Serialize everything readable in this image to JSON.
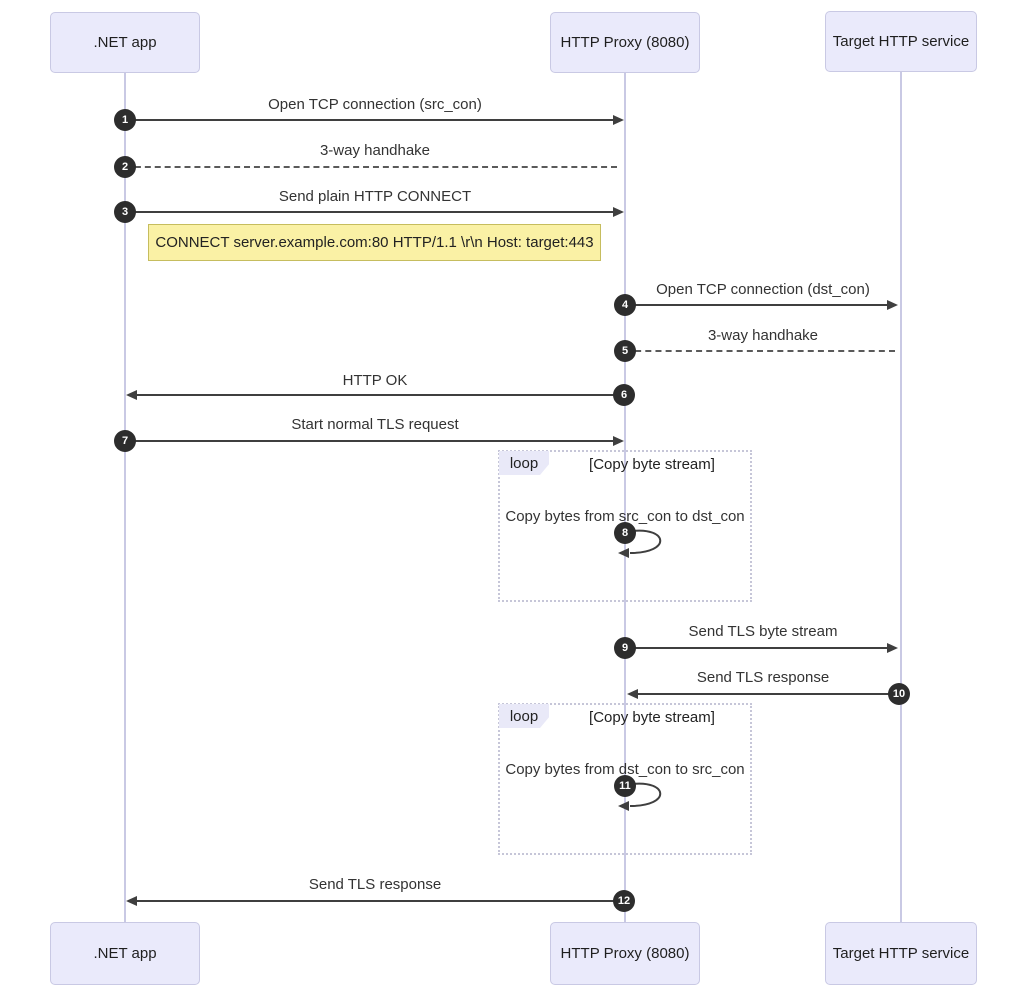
{
  "colors": {
    "background": "#FFFFFF",
    "actor_fill": "#EAEAFB",
    "actor_border": "#C9C9E4",
    "lifeline": "#C9C9E4",
    "arrow": "#3F3F3F",
    "label_text": "#333333",
    "badge_fill": "#2D2D2D",
    "badge_text": "#FFFFFF",
    "note_fill": "#FAF1A5",
    "note_border": "#C6BD5E",
    "loop_border": "#C6C6D8",
    "loop_tab_fill": "#E9E9F8"
  },
  "actors": [
    {
      "name": ".NET app"
    },
    {
      "name": "HTTP Proxy (8080)"
    },
    {
      "name": "Target HTTP service"
    }
  ],
  "messages": [
    {
      "num": "1",
      "label": "Open TCP connection (src_con)",
      "from": ".NET app",
      "to": "HTTP Proxy (8080)",
      "line": "solid"
    },
    {
      "num": "2",
      "label": "3-way handhake",
      "from": ".NET app",
      "to": "HTTP Proxy (8080)",
      "line": "dotted"
    },
    {
      "num": "3",
      "label": "Send plain HTTP CONNECT",
      "from": ".NET app",
      "to": "HTTP Proxy (8080)",
      "line": "solid"
    },
    {
      "num": "4",
      "label": "Open TCP connection (dst_con)",
      "from": "HTTP Proxy (8080)",
      "to": "Target HTTP service",
      "line": "solid"
    },
    {
      "num": "5",
      "label": "3-way handhake",
      "from": "HTTP Proxy (8080)",
      "to": "Target HTTP service",
      "line": "dotted"
    },
    {
      "num": "6",
      "label": "HTTP OK",
      "from": "HTTP Proxy (8080)",
      "to": ".NET app",
      "line": "solid"
    },
    {
      "num": "7",
      "label": "Start normal TLS request",
      "from": ".NET app",
      "to": "HTTP Proxy (8080)",
      "line": "solid"
    },
    {
      "num": "8",
      "label": "Copy bytes from src_con to dst_con",
      "from": "HTTP Proxy (8080)",
      "to": "HTTP Proxy (8080)",
      "line": "solid",
      "kind": "self"
    },
    {
      "num": "9",
      "label": "Send TLS byte stream",
      "from": "HTTP Proxy (8080)",
      "to": "Target HTTP service",
      "line": "solid"
    },
    {
      "num": "10",
      "label": "Send TLS response",
      "from": "Target HTTP service",
      "to": "HTTP Proxy (8080)",
      "line": "solid"
    },
    {
      "num": "11",
      "label": "Copy bytes from dst_con to src_con",
      "from": "HTTP Proxy (8080)",
      "to": "HTTP Proxy (8080)",
      "line": "solid",
      "kind": "self"
    },
    {
      "num": "12",
      "label": "Send TLS response",
      "from": "HTTP Proxy (8080)",
      "to": ".NET app",
      "line": "solid"
    }
  ],
  "note": {
    "text": "CONNECT server.example.com:80 HTTP/1.1 \\r\\n Host: target:443"
  },
  "loops": [
    {
      "keyword": "loop",
      "condition": "[Copy byte stream]"
    },
    {
      "keyword": "loop",
      "condition": "[Copy byte stream]"
    }
  ]
}
